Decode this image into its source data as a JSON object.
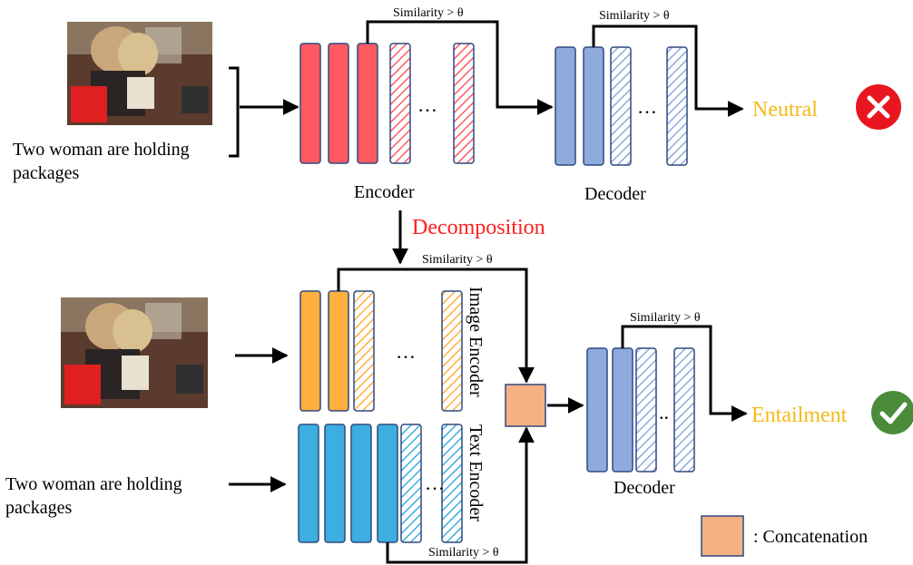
{
  "top": {
    "input_text": [
      "Two woman are holding",
      "packages"
    ],
    "encoder_label": "Encoder",
    "decoder_label": "Decoder",
    "skip_label_encoder": "Similarity > θ",
    "skip_label_decoder": "Similarity > θ",
    "ellipsis": "…",
    "result_label": "Neutral",
    "result_icon": "cross-icon"
  },
  "decomposition_label": "Decomposition",
  "bottom": {
    "input_text": [
      "Two woman are holding",
      "packages"
    ],
    "image_encoder_label": "Image Encoder",
    "text_encoder_label": "Text Encoder",
    "decoder_label": "Decoder",
    "skip_label_image": "Similarity > θ",
    "skip_label_text": "Similarity > θ",
    "skip_label_decoder": "Similarity > θ",
    "ellipsis": "…",
    "decoder_ellipsis": "..",
    "result_label": "Entailment",
    "result_icon": "check-icon"
  },
  "legend": {
    "label": ": Concatenation"
  },
  "colors": {
    "encoder_red": "#ff5a60",
    "decoder_blue": "#8faadc",
    "image_orange": "#ffb03f",
    "text_blue": "#3caee0",
    "concat_peach": "#f4b183",
    "result_yellow": "#f5b915",
    "cross_red": "#e8171f",
    "check_green": "#4a8c3a",
    "decomposition_red": "#ff2020"
  }
}
